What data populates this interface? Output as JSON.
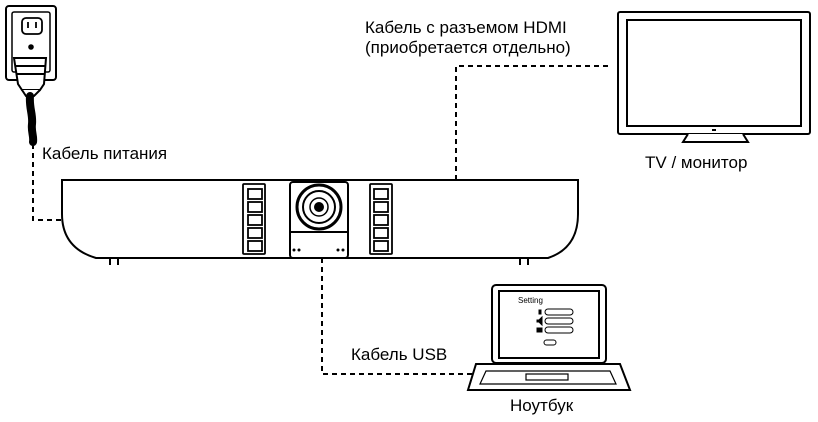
{
  "labels": {
    "hdmi_cable_line1": "Кабель с разъемом HDMI",
    "hdmi_cable_line2": "(приобретается отдельно)",
    "power_cable": "Кабель питания",
    "tv_monitor": "TV / монитор",
    "usb_cable": "Кабель USB",
    "laptop": "Ноутбук"
  },
  "laptop_screen": {
    "title": "Setting"
  },
  "colors": {
    "line": "#000000",
    "background": "#ffffff"
  }
}
